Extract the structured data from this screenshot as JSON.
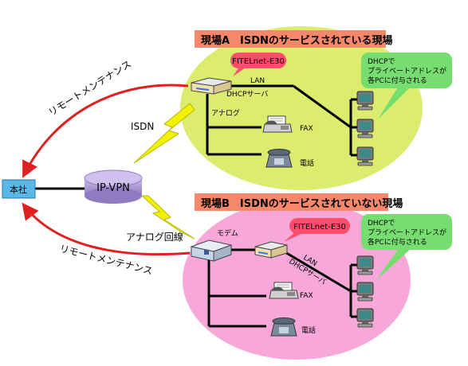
{
  "headquarters": {
    "label": "本社"
  },
  "vpn": {
    "label": "IP-VPN"
  },
  "remote_label_top": "リモートメンテナンス",
  "remote_label_bottom": "リモートメンテナンス",
  "line_label_isdn": "ISDN",
  "line_label_analog": "アナログ回線",
  "site_a": {
    "title": "現場A　ISDNのサービスされている現場",
    "router_tag": "FITELnet-E30",
    "lan_label": "LAN",
    "dhcp_label": "DHCPサーバ",
    "analog_label": "アナログ",
    "fax_label": "FAX",
    "phone_label": "電話",
    "dhcp_bubble": [
      "DHCPで",
      "プライベートアドレスが",
      "各PCに付与される"
    ]
  },
  "site_b": {
    "title": "現場B　ISDNのサービスされていない現場",
    "router_tag": "FITELnet-E30",
    "modem_label": "モデム",
    "lan_label": "LAN",
    "dhcp_label": "DHCPサーバ",
    "fax_label": "FAX",
    "phone_label": "電話",
    "dhcp_bubble": [
      "DHCPで",
      "プライベートアドレスが",
      "各PCに付与される"
    ]
  },
  "colors": {
    "site_a_bg": "#dcec6e",
    "site_b_bg": "#f7a8d8",
    "title_bar": "#f5876a",
    "router_tag": "#ff4d6d",
    "bubble": "#77dd70",
    "remote_arrow": "#e02020",
    "lightning": "#f2f200"
  }
}
